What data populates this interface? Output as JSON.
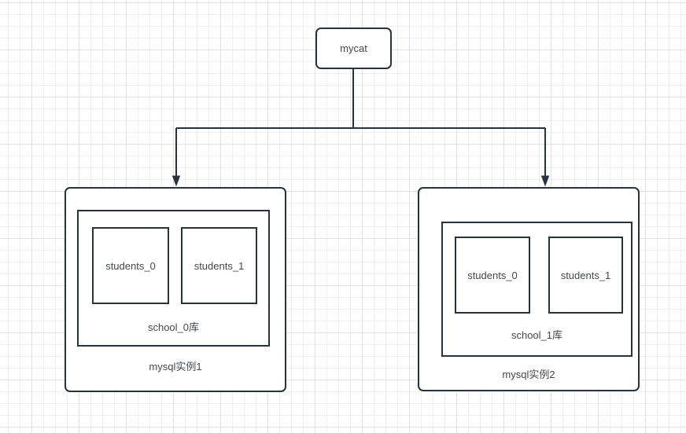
{
  "diagram": {
    "root": {
      "label": "mycat"
    },
    "instances": [
      {
        "label": "mysql实例1",
        "database": {
          "label": "school_0库",
          "tables": [
            {
              "label": "students_0"
            },
            {
              "label": "students_1"
            }
          ]
        }
      },
      {
        "label": "mysql实例2",
        "database": {
          "label": "school_1库",
          "tables": [
            {
              "label": "students_0"
            },
            {
              "label": "students_1"
            }
          ]
        }
      }
    ],
    "connections": [
      {
        "from": "mycat",
        "to": "mysql实例1",
        "arrow": "down"
      },
      {
        "from": "mycat",
        "to": "mysql实例2",
        "arrow": "down"
      }
    ]
  },
  "colors": {
    "stroke": "#2a333d",
    "text": "#43484d",
    "node_bg": "#ffffff",
    "canvas_bg": "#ffffff",
    "grid_minor": "#f0f0f2",
    "grid_major": "#e2e2e6"
  }
}
